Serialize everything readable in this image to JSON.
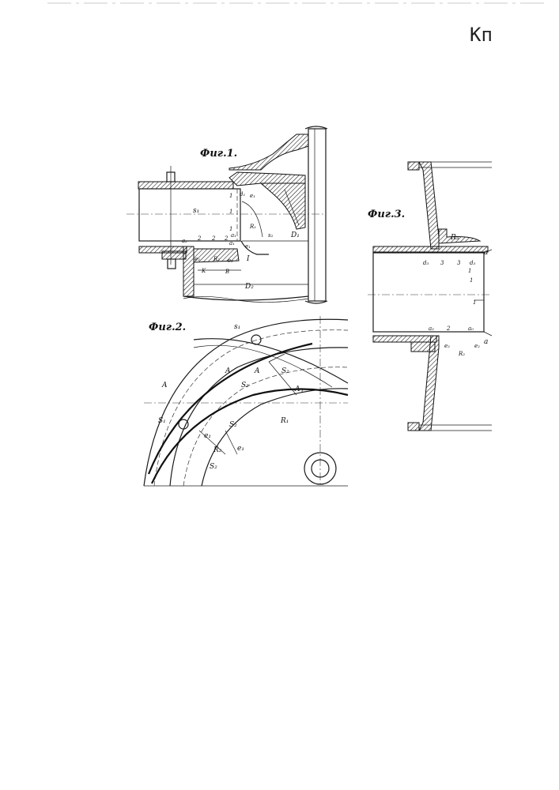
{
  "corner_text": "Кп",
  "figures": {
    "fig1": {
      "caption": "Фиг.1.",
      "labels": [
        "s₁",
        "1",
        "d₁",
        "e₁",
        "1",
        "R₁",
        "1",
        "a₁",
        "s₂",
        "D₁",
        "a₂",
        "2",
        "2",
        "2",
        "a₁",
        "e₁",
        "e₂",
        "R₂",
        "e₂",
        "I",
        "K",
        "B",
        "D₂"
      ]
    },
    "fig2": {
      "caption": "Фиг.2.",
      "labels": [
        "s₁",
        "A",
        "A",
        "A",
        "S₂",
        "S₂",
        "A",
        "S₁",
        "S₂",
        "R₁",
        "e₁",
        "R₂",
        "e₁",
        "S₂",
        "1"
      ]
    },
    "fig3": {
      "caption": "Фиг.3.",
      "labels": [
        "R₃",
        "a",
        "d₃",
        "3",
        "3",
        "d₃",
        "1",
        "1",
        "1",
        "a₂",
        "2",
        "a₀",
        "e₂",
        "R₂",
        "e₂",
        "a"
      ]
    }
  }
}
